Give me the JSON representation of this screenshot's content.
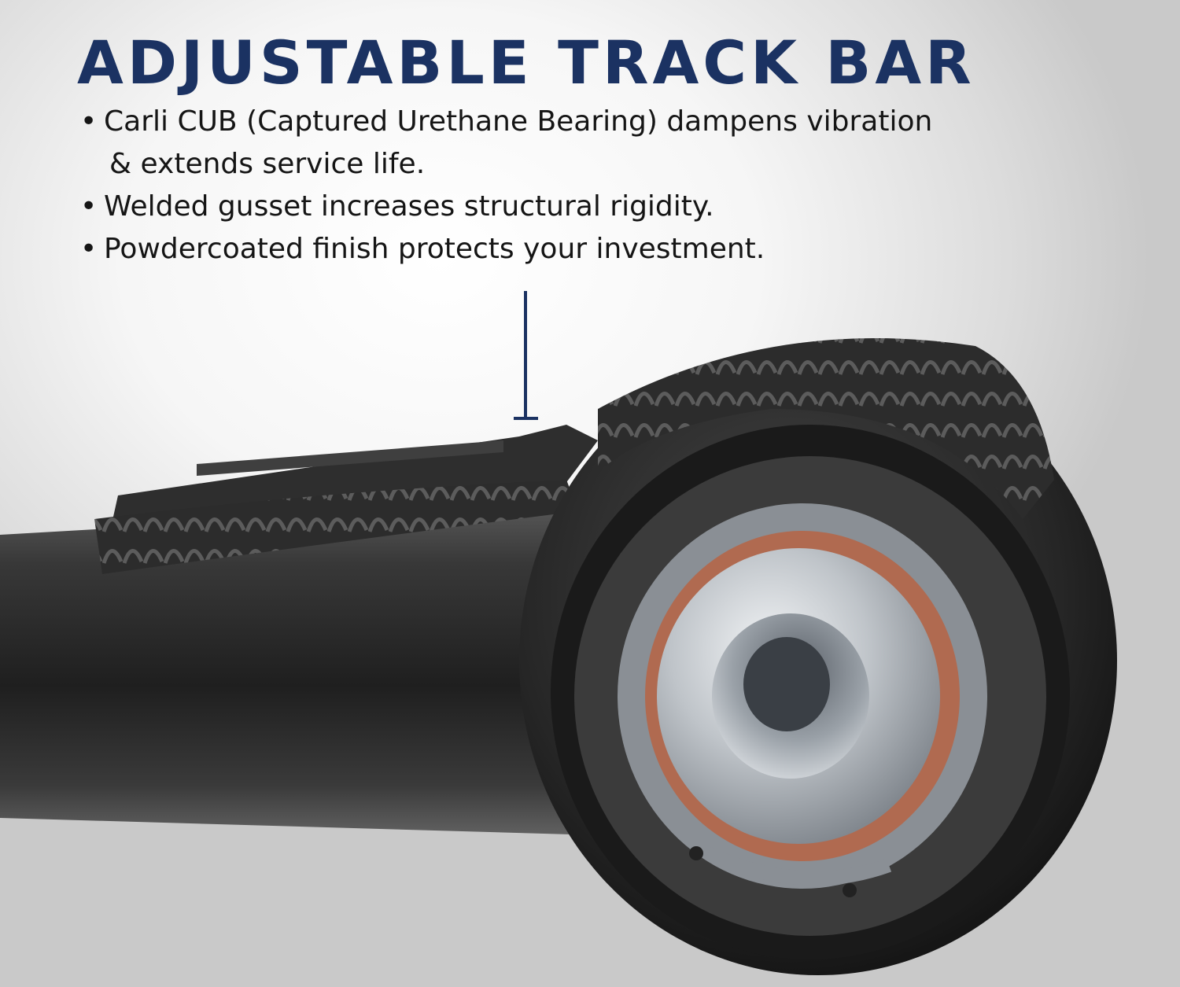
{
  "title": "ADJUSTABLE TRACK BAR",
  "bullets": [
    "Carli CUB (Captured Urethane Bearing) dampens vibration",
    "& extends service life.",
    "Welded gusset increases structural rigidity.",
    "Powdercoated finish protects your investment."
  ],
  "colors": {
    "title": "#1b3262",
    "text": "#151515",
    "callout": "#1b3262",
    "bar": "#2b2b2b"
  }
}
